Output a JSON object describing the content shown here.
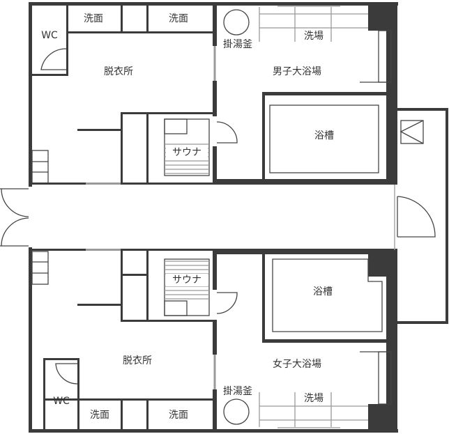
{
  "rooms": {
    "men": {
      "wc": "WC",
      "wash1": "洗面",
      "wash2": "洗面",
      "dressing": "脱衣所",
      "sauna": "サウナ",
      "kettle": "掛湯釜",
      "washing_area": "洗場",
      "bath_hall": "男子大浴場",
      "tub": "浴槽"
    },
    "women": {
      "wc": "WC",
      "wash1": "洗面",
      "wash2": "洗面",
      "dressing": "脱衣所",
      "sauna": "サウナ",
      "kettle": "掛湯釜",
      "washing_area": "洗場",
      "bath_hall": "女子大浴場",
      "tub": "浴槽"
    }
  },
  "colors": {
    "wall": "#3b3b3b",
    "line": "#444444",
    "door": "#999999"
  }
}
